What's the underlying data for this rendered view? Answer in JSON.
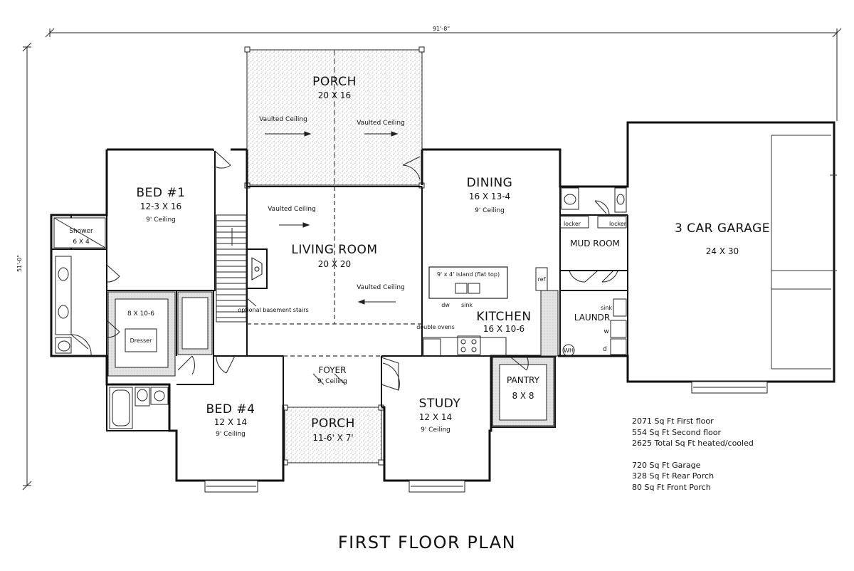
{
  "dimensions": {
    "width_label": "91'-8\"",
    "depth_label": "51'-0\""
  },
  "rooms": {
    "rear_porch": {
      "name": "PORCH",
      "size": "20 X 16",
      "note1": "Vaulted Ceiling",
      "note2": "Vaulted Ceiling"
    },
    "bed1": {
      "name": "BED #1",
      "size": "12-3 X 16",
      "ceiling": "9' Ceiling"
    },
    "shower": {
      "name": "Shower",
      "size": "6 X 4"
    },
    "closet": {
      "size": "8 X 10-6",
      "dresser": "Dresser"
    },
    "living": {
      "name": "LIVING ROOM",
      "size": "20 X 20",
      "note1": "Vaulted Ceiling",
      "note2": "Vaulted Ceiling"
    },
    "stairs": {
      "note": "optional basement stairs"
    },
    "dining": {
      "name": "DINING",
      "size": "16 X 13-4",
      "ceiling": "9' Ceiling"
    },
    "kitchen": {
      "name": "KITCHEN",
      "size": "16 X 10-6",
      "island": "9' x 4' island (flat top)",
      "dw": "dw",
      "sink": "sink",
      "ovens": "double ovens",
      "ref": "ref"
    },
    "pantry": {
      "name": "PANTRY",
      "size": "8 X 8"
    },
    "mud_room": {
      "name": "MUD ROOM",
      "locker1": "locker",
      "locker2": "locker"
    },
    "laundry": {
      "name": "LAUNDR",
      "sink": "sink",
      "w": "w",
      "d": "d",
      "wh": "WH"
    },
    "garage": {
      "name": "3 CAR GARAGE",
      "size": "24 X 30"
    },
    "foyer": {
      "name": "FOYER",
      "ceiling": "9' Ceiling"
    },
    "bed4": {
      "name": "BED #4",
      "size": "12 X 14",
      "ceiling": "9' Ceiling"
    },
    "front_porch": {
      "name": "PORCH",
      "size": "11-6' X 7'"
    },
    "study": {
      "name": "STUDY",
      "size": "12 X 14",
      "ceiling": "9' Ceiling"
    }
  },
  "stats": {
    "first_floor": "2071 Sq Ft First floor",
    "second_floor": "554 Sq Ft Second floor",
    "total": "2625 Total Sq Ft heated/cooled",
    "garage": "720 Sq Ft Garage",
    "rear_porch": "328 Sq Ft Rear Porch",
    "front_porch": "80 Sq Ft Front Porch"
  },
  "title": "FIRST FLOOR PLAN"
}
